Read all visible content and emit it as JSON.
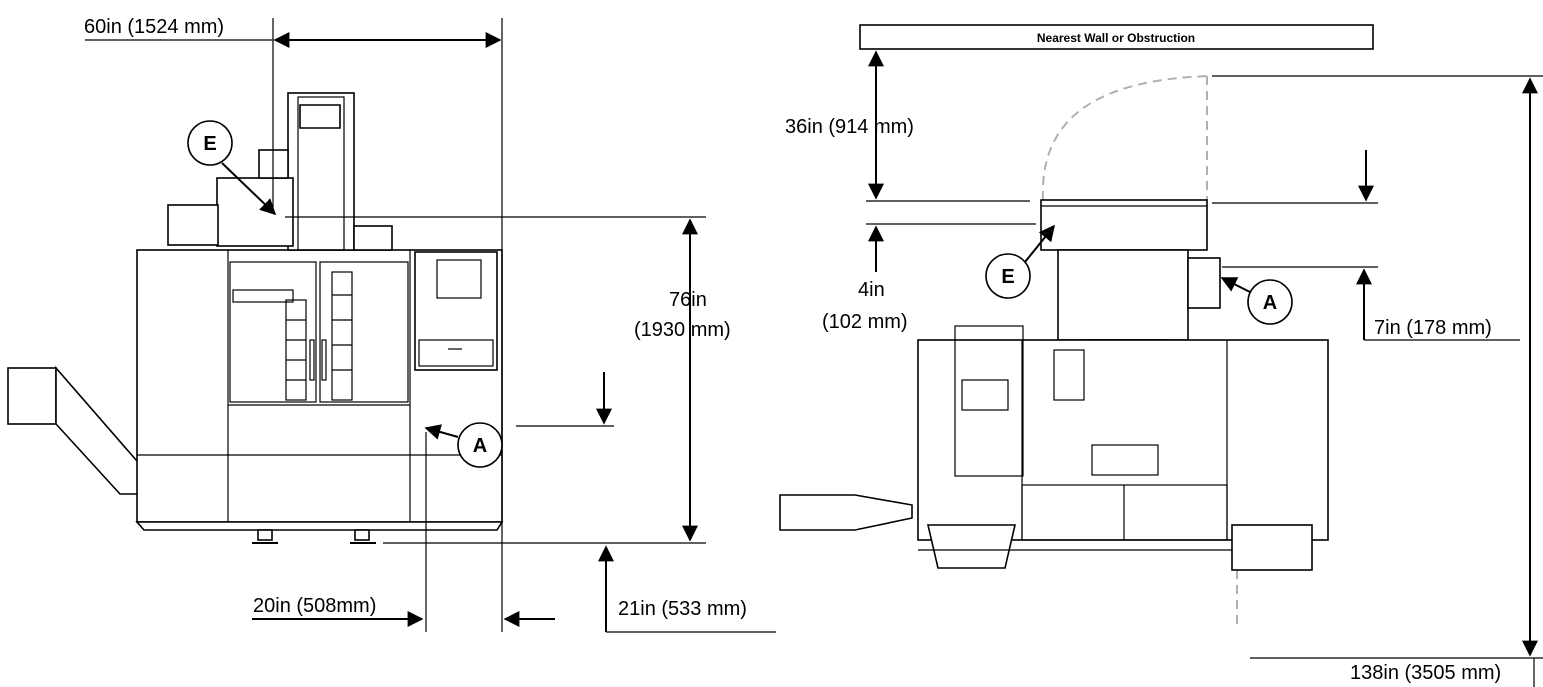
{
  "front_view": {
    "width_dim": "60in (1524 mm)",
    "height_dim_line1": "76in",
    "height_dim_line2": "(1930 mm)",
    "side_clearance": "20in (508mm)",
    "bottom_clearance": "21in (533 mm)",
    "callout_e": "E",
    "callout_a": "A"
  },
  "top_view": {
    "wall_label": "Nearest Wall or Obstruction",
    "wall_clearance": "36in (914 mm)",
    "small_clearance_line1": "4in",
    "small_clearance_line2": "(102 mm)",
    "right_clearance": "7in (178 mm)",
    "total_depth": "138in (3505 mm)",
    "callout_e": "E",
    "callout_a": "A"
  }
}
